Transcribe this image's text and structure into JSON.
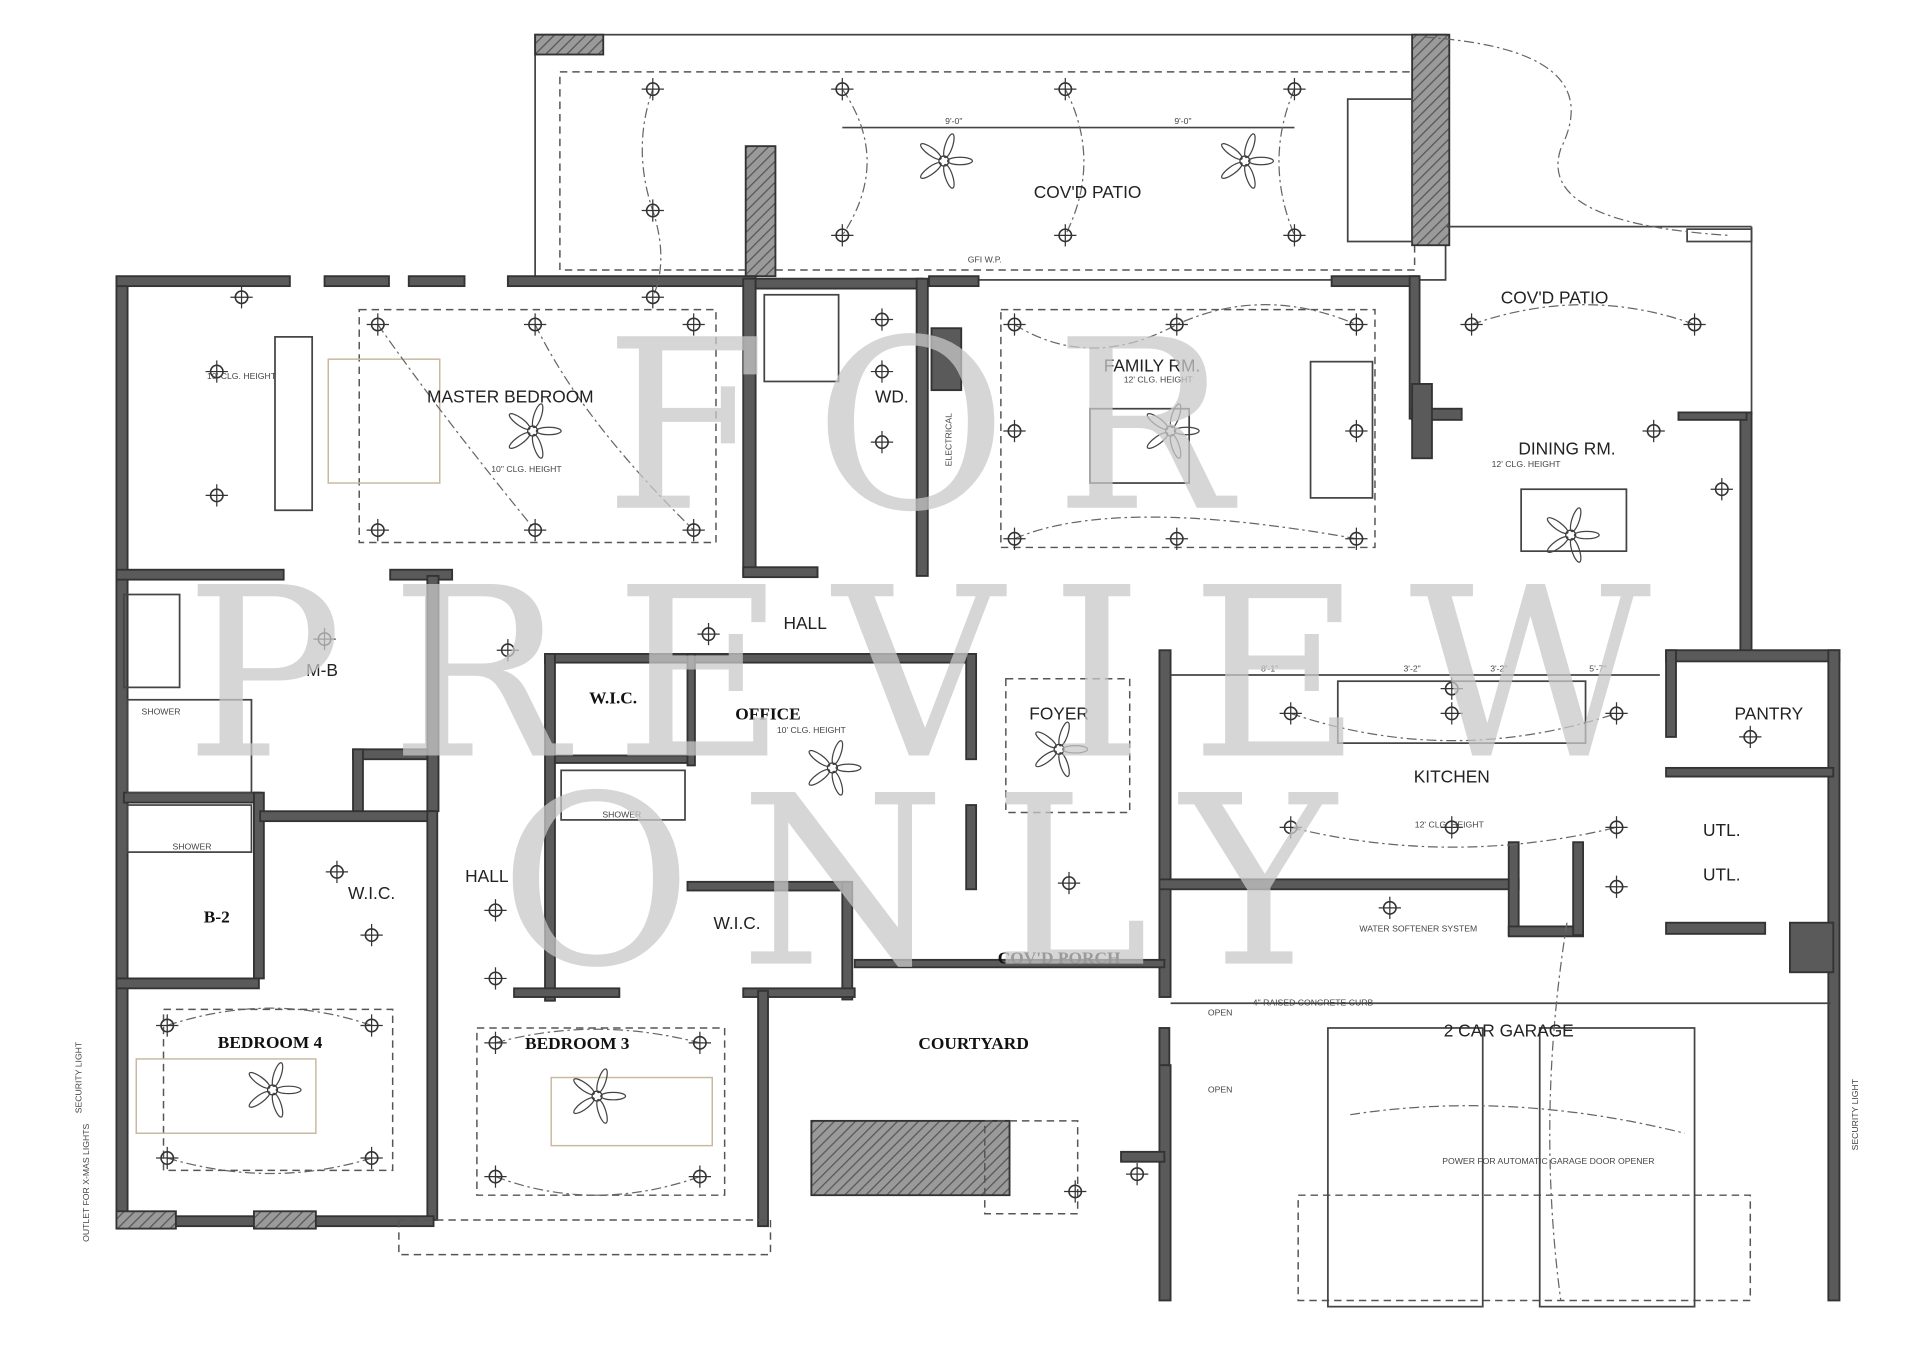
{
  "rooms": {
    "covd_patio_top": "COV'D PATIO",
    "covd_patio_right": "COV'D PATIO",
    "master_bedroom": "MASTER BEDROOM",
    "wd": "WD.",
    "family_rm": "FAMILY RM.",
    "dining_rm": "DINING RM.",
    "hall_top": "HALL",
    "mb": "M-B",
    "wic_office": "W.I.C.",
    "office": "OFFICE",
    "foyer": "FOYER",
    "kitchen": "KITCHEN",
    "pantry": "PANTRY",
    "utl_1": "UTL.",
    "utl_2": "UTL.",
    "wic_left": "W.I.C.",
    "hall_bottom": "HALL",
    "b2": "B-2",
    "wic_bed3": "W.I.C.",
    "covd_porch": "COV'D PORCH",
    "bedroom_4": "BEDROOM 4",
    "bedroom_3": "BEDROOM 3",
    "courtyard": "COURTYARD",
    "garage": "2 CAR GARAGE"
  },
  "notes": {
    "master_clg_left": "10' CLG. HEIGHT",
    "master_clg": "10\" CLG. HEIGHT",
    "family_clg": "12' CLG. HEIGHT",
    "dining_clg": "12' CLG. HEIGHT",
    "office_clg": "10' CLG. HEIGHT",
    "kitchen_clg": "12' CLG. HEIGHT",
    "shower_1": "SHOWER",
    "shower_2": "SHOWER",
    "shower_3": "SHOWER",
    "electrical": "ELECTRICAL",
    "water_softener": "WATER SOFTENER SYSTEM",
    "curb": "4\" RAISED CONCRETE CURB",
    "open_1": "OPEN",
    "open_2": "OPEN",
    "garage_opener": "POWER FOR AUTOMATIC GARAGE DOOR OPENER",
    "security_light_left": "SECURITY LIGHT",
    "security_light_right": "SECURITY LIGHT",
    "xmas_outlet": "OUTLET FOR X-MAS LIGHTS",
    "gfi": "GFI W.P.",
    "dim_patio_1": "9'-0\"",
    "dim_patio_2": "9'-0\"",
    "dim_kitchen_1": "8'-1\"",
    "dim_kitchen_2": "3'-2\"",
    "dim_kitchen_3": "3'-2\"",
    "dim_kitchen_4": "5'-7\""
  },
  "watermark": {
    "line1": "FOR",
    "line2": "PREVIEW",
    "line3": "ONLY"
  }
}
